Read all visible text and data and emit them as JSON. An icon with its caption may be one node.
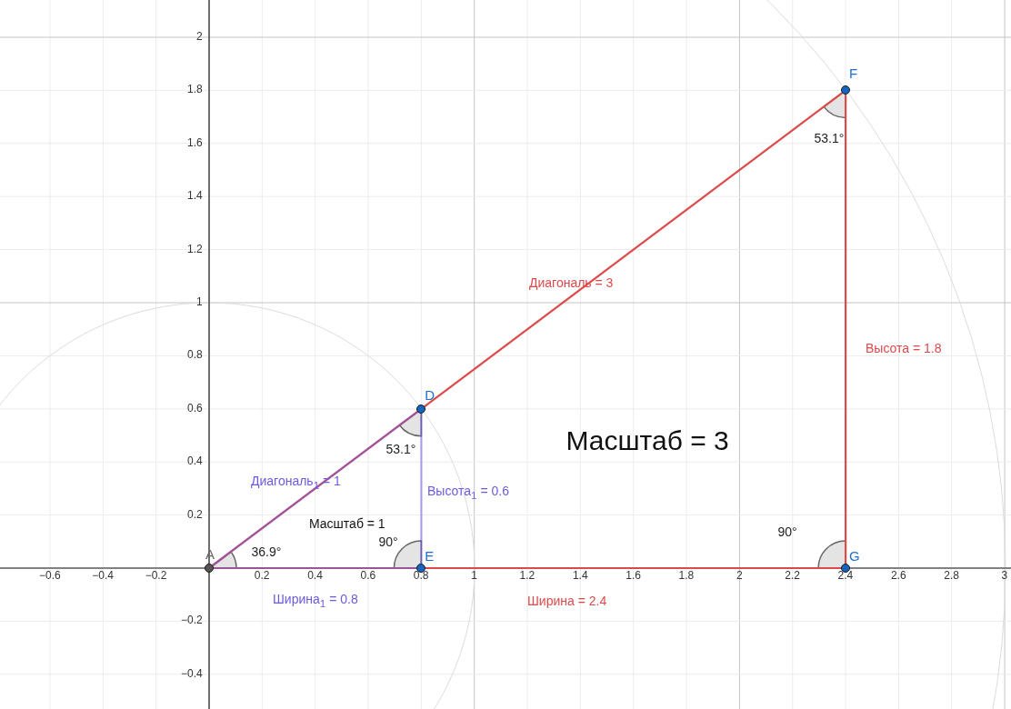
{
  "diagram": {
    "nodes": [
      {
        "text": [],
        "shape": "circle",
        "beside": [
          "A"
        ]
      },
      {
        "text": [],
        "shape": "circle",
        "beside": [
          "D"
        ]
      },
      {
        "text": [],
        "shape": "circle",
        "beside": [
          "E"
        ]
      },
      {
        "text": [],
        "shape": "circle",
        "beside": [
          "F"
        ]
      },
      {
        "text": [],
        "shape": "circle",
        "beside": [
          "G"
        ]
      }
    ],
    "edges": [
      {
        "from": 0,
        "to": 3,
        "arrow": "none",
        "label": "Диагональ = 3"
      },
      {
        "from": 3,
        "to": 4,
        "arrow": "none",
        "label": "Высота = 1.8"
      },
      {
        "from": 0,
        "to": 4,
        "arrow": "none",
        "label": "Ширина = 2.4"
      },
      {
        "from": 0,
        "to": 1,
        "arrow": "none",
        "label": "Диагональ$_{1}$ = 1",
        "color": "#6b5be0"
      },
      {
        "from": 1,
        "to": 2,
        "arrow": "none",
        "label": "Высота$_{1}$ = 0.6",
        "color": "#6b5be0"
      },
      {
        "from": 0,
        "to": 2,
        "arrow": "none",
        "label": "Ширина$_{1}$ = 0.8",
        "color": "#6b5be0"
      }
    ],
    "labels": [
      "Масштаб = 3",
      "53.1°",
      "53.1°",
      "Масштаб = 1",
      "90°",
      "90°",
      "36.9°",
      "2",
      "1.8",
      "1.6",
      "1.4",
      "1.2",
      "1",
      "0.8",
      "0.6",
      "0.4",
      "0.2",
      "−0.2",
      "−0.4",
      "−0.6",
      "−0.4",
      "−0.2",
      "0.2",
      "0.4",
      "0.6",
      "0.8",
      "1",
      "1.2",
      "1.4",
      "1.6",
      "1.8",
      "2",
      "2.2",
      "2.4",
      "2.6",
      "2.8",
      "3"
    ]
  }
}
